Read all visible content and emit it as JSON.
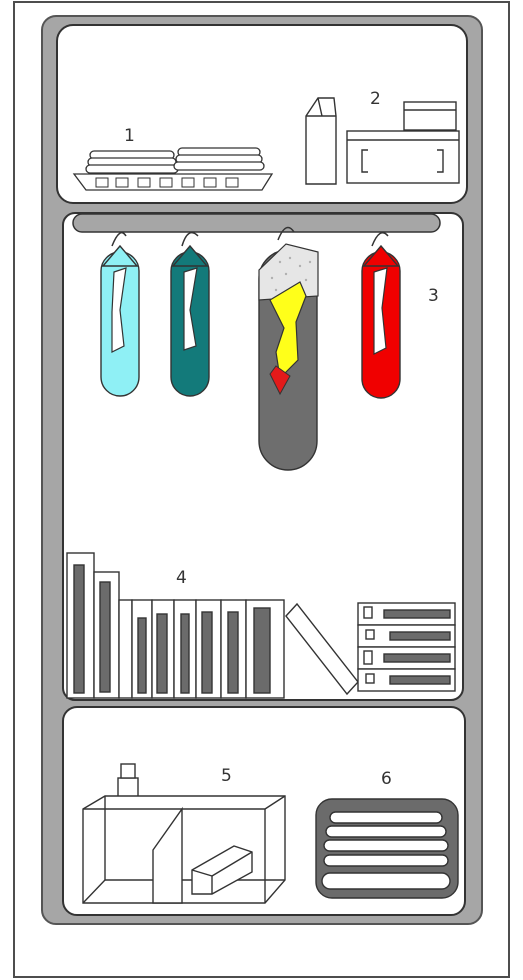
{
  "labels": {
    "one": "1",
    "two": "2",
    "three": "3",
    "four": "4",
    "five": "5",
    "six": "6"
  },
  "colors": {
    "cabinet_frame": "#a6a6a6",
    "line": "#4d4d4d",
    "shirt_light_blue": "#8ff0f5",
    "shirt_teal": "#137a7a",
    "coat_gray": "#6e6e6e",
    "coat_yellow": "#ffff1a",
    "coat_red_accent": "#e31a1a",
    "shirt_red": "#f00000",
    "box_dark": "#6b6b6b"
  }
}
